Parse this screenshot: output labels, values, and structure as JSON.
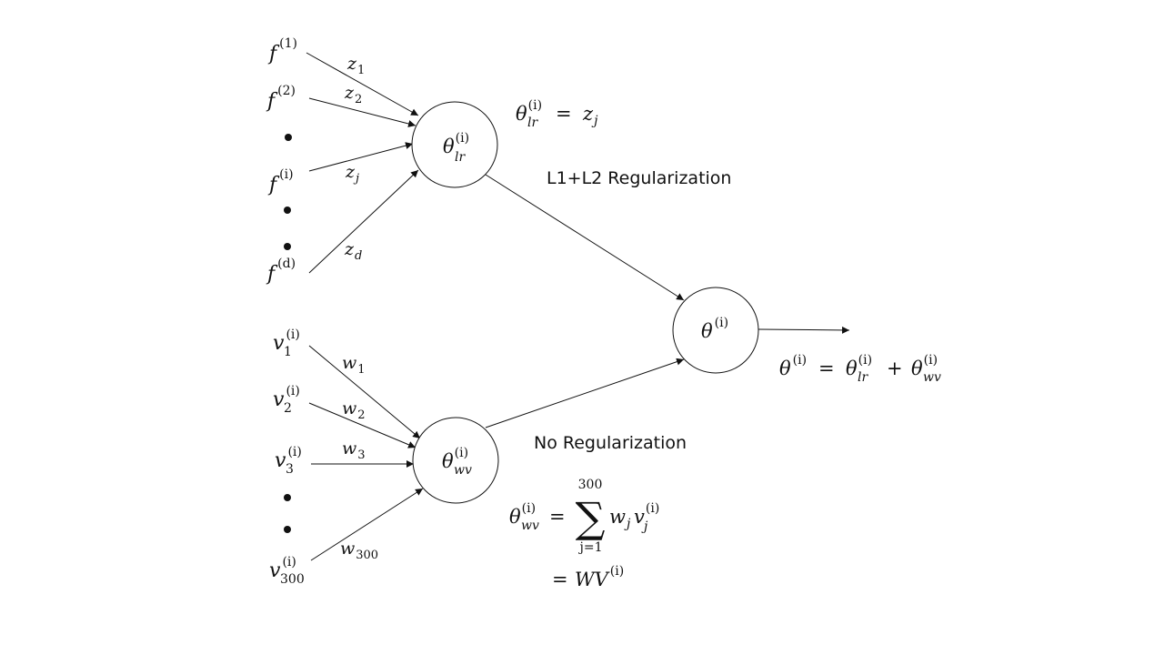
{
  "inputs_top": [
    {
      "base": "f",
      "sup": "(1)",
      "weight": "z",
      "weight_sub": "1"
    },
    {
      "base": "f",
      "sup": "(2)",
      "weight": "z",
      "weight_sub": "2"
    },
    {
      "base": "f",
      "sup": "(i)",
      "weight": "z",
      "weight_sub": "j"
    },
    {
      "base": "f",
      "sup": "(d)",
      "weight": "z",
      "weight_sub": "d"
    }
  ],
  "inputs_bottom": [
    {
      "base": "v",
      "sub": "1",
      "sup": "(i)",
      "weight": "w",
      "weight_sub": "1"
    },
    {
      "base": "v",
      "sub": "2",
      "sup": "(i)",
      "weight": "w",
      "weight_sub": "2"
    },
    {
      "base": "v",
      "sub": "3",
      "sup": "(i)",
      "weight": "w",
      "weight_sub": "3"
    },
    {
      "base": "v",
      "sub": "300",
      "sup": "(i)",
      "weight": "w",
      "weight_sub": "300"
    }
  ],
  "nodes": {
    "lr": {
      "base": "θ",
      "sub": "lr",
      "sup": "(i)"
    },
    "wv": {
      "base": "θ",
      "sub": "wv",
      "sup": "(i)"
    },
    "out": {
      "base": "θ",
      "sup": "(i)"
    }
  },
  "labels": {
    "top_regularization": "L1+L2 Regularization",
    "bottom_regularization": "No Regularization"
  },
  "equations": {
    "lr": {
      "lhs_base": "θ",
      "lhs_sub": "lr",
      "lhs_sup": "(i)",
      "eq": "=",
      "rhs_base": "z",
      "rhs_sub": "j"
    },
    "out": {
      "lhs_base": "θ",
      "lhs_sup": "(i)",
      "eq": "=",
      "t1_base": "θ",
      "t1_sub": "lr",
      "t1_sup": "(i)",
      "plus": "+",
      "t2_base": "θ",
      "t2_sub": "wv",
      "t2_sup": "(i)"
    },
    "wv": {
      "lhs_base": "θ",
      "lhs_sub": "wv",
      "lhs_sup": "(i)",
      "eq": "=",
      "sum_symbol": "∑",
      "sum_upper": "300",
      "sum_lower": "j=1",
      "w_base": "w",
      "w_sub": "j",
      "v_base": "v",
      "v_sub": "j",
      "v_sup": "(i)"
    },
    "wv2": {
      "eq": "=",
      "rhs": "WV",
      "rhs_sup": "(i)"
    }
  }
}
